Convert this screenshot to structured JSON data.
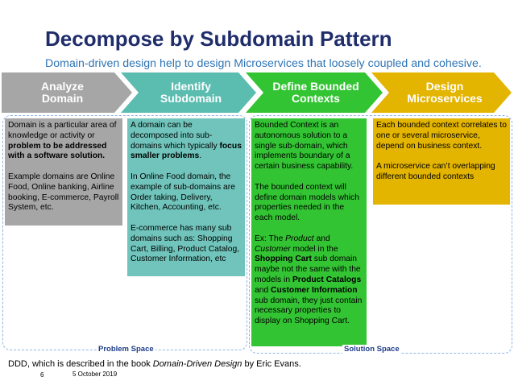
{
  "slide": {
    "title": "Decompose by Subdomain Pattern",
    "subtitle": "Domain-driven design help to design Microservices that loosely coupled and cohesive."
  },
  "steps": [
    {
      "line1": "Analyze",
      "line2": "Domain",
      "color": "#a6a6a6"
    },
    {
      "line1": "Identify",
      "line2": "Subdomain",
      "color": "#5bbcb0"
    },
    {
      "line1": "Define Bounded",
      "line2": "Contexts",
      "color": "#33c433"
    },
    {
      "line1": "Design",
      "line2": "Microservices",
      "color": "#e3b400"
    }
  ],
  "columns": {
    "analyze": {
      "p1_a": "Domain is a particular area of knowledge or activity or ",
      "p1_b": "problem to be addressed with a software solution.",
      "p2": "Example domains are Online Food, Online banking, Airline booking, E-commerce, Payroll System, etc."
    },
    "identify": {
      "p1_a": "A domain can be decomposed into sub-domains which typically ",
      "p1_b": "focus smaller problems",
      "p1_c": ".",
      "p2": "In Online Food domain, the example of sub-domains are Order taking, Delivery, Kitchen, Accounting, etc.",
      "p3": "E-commerce has many sub domains such as: Shopping Cart, Billing, Product Catalog, Customer Information, etc"
    },
    "bounded": {
      "p1": "Bounded Context is an autonomous solution to a single sub-domain, which implements boundary of a certain business capability.",
      "p2": "The bounded context will define domain models which properties needed in the each model.",
      "p3_a": "Ex: The ",
      "p3_b": "Product",
      "p3_c": " and ",
      "p3_d": "Customer",
      "p3_e": " model in the ",
      "p3_f": "Shopping Cart",
      "p3_g": " sub domain maybe not the same with the models in ",
      "p3_h": "Product Catalogs",
      "p3_i": " and ",
      "p3_j": "Customer Information",
      "p3_k": " sub domain, they just contain necessary properties to display on Shopping Cart."
    },
    "design": {
      "p1": "Each bounded context correlates to one or several microservice, depend on business context.",
      "p2": "A microservice can’t overlapping different bounded contexts"
    }
  },
  "spaces": {
    "problem": "Problem Space",
    "solution": "Solution Space"
  },
  "footer": {
    "note_a": "DDD, which is described in the book ",
    "note_b": "Domain-Driven Design",
    "note_c": " by Eric Evans.",
    "page": "6",
    "date": "5 October 2019"
  }
}
